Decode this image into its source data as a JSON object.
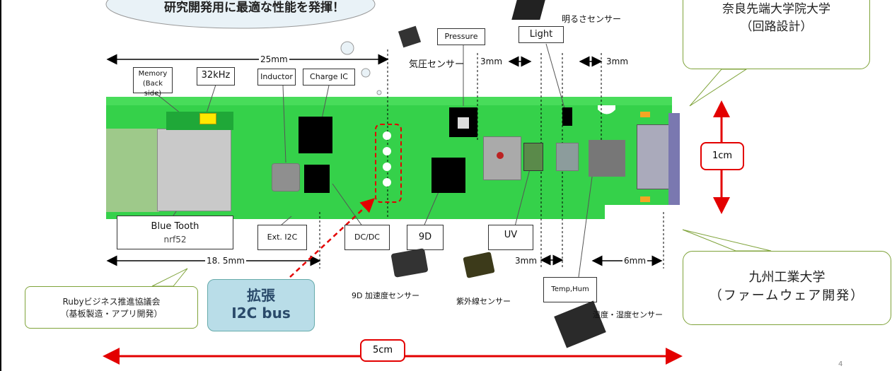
{
  "slide": {
    "page_number": "4",
    "bubble_text": "研究開発用に最適な性能を発揮！",
    "callout_nara": {
      "line1": "奈良先端大学院大学",
      "line2": "（回路設計）"
    },
    "callout_kyushu": {
      "line1": "九州工業大学",
      "line2": "（ファームウェア開発）"
    },
    "callout_ruby": {
      "line1": "Rubyビジネス推進協議会",
      "line2": "（基板製造・アプリ開発）"
    }
  },
  "board": {
    "labels": {
      "memory": "Memory\n(Back side)",
      "clock": "32kHz",
      "inductor": "Inductor",
      "charge_ic": "Charge IC",
      "pressure": "Pressure",
      "light": "Light",
      "bluetooth": "Blue Tooth",
      "bluetooth_sub": "nrf52",
      "ext_i2c": "Ext. I2C",
      "dcdc": "DC/DC",
      "nine_d": "9D",
      "uv": "UV",
      "temp_hum": "Temp,Hum"
    },
    "sensor_names": {
      "light_sensor": "明るさセンサー",
      "pressure_sensor": "気圧センサー",
      "accel_sensor": "9D 加速度センサー",
      "uv_sensor": "紫外線センサー",
      "temp_sensor": "温度・湿度センサー"
    },
    "dimensions": {
      "width_25": "25mm",
      "width_18_5": "18. 5mm",
      "gap_3a": "3mm",
      "gap_3b": "3mm",
      "gap_3c": "3mm",
      "gap_6": "6mm",
      "height": "1cm",
      "total": "5cm"
    },
    "expansion": {
      "line1": "拡張",
      "line2": "I2C bus"
    }
  },
  "colors": {
    "pcb": "#35d14a",
    "pcb_dark": "#1fa838",
    "arrow_red": "#e30000",
    "expansion_bg": "#b9dde8",
    "callout_border": "#7fa33a"
  }
}
